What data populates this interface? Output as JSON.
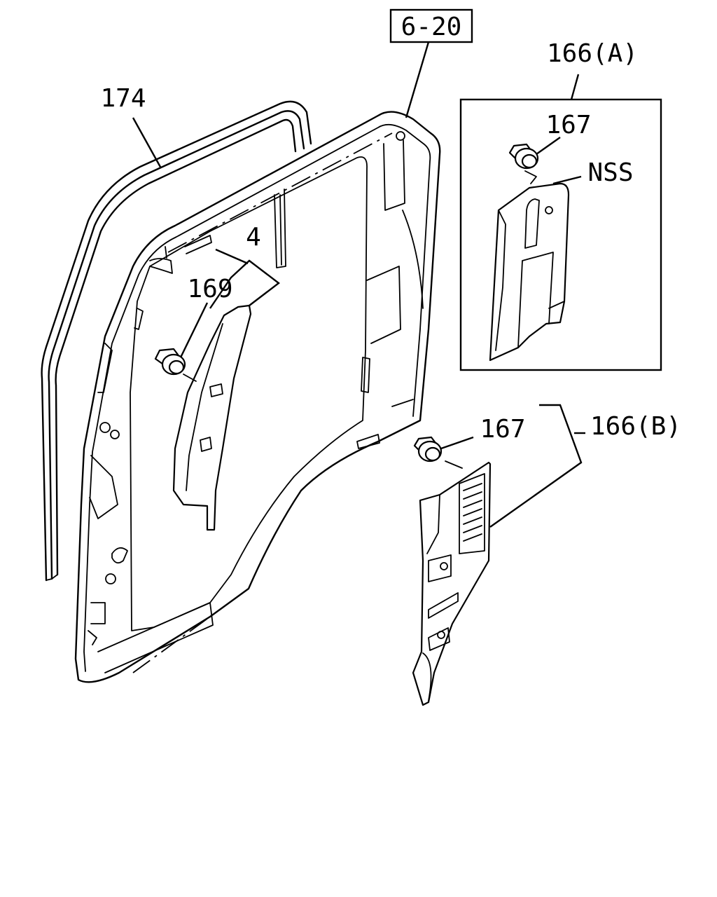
{
  "diagram": {
    "ref_box": "6-20",
    "labels": {
      "seal": "174",
      "trim": "4",
      "clip_169": "169",
      "kit_a": "166(A)",
      "clip_a": "167",
      "nss": "NSS",
      "clip_b": "167",
      "kit_b": "166(B)"
    }
  }
}
